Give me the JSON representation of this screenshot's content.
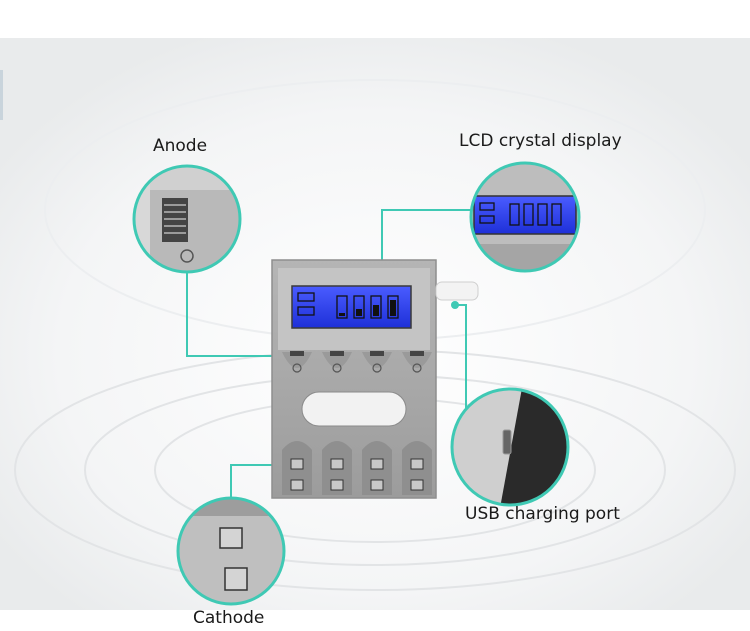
{
  "labels": {
    "anode": "Anode",
    "lcd": "LCD crystal display",
    "usb": "USB charging port",
    "cathode": "Cathode"
  },
  "colors": {
    "connector": "#3fc9b4",
    "lcd_blue": "#2a40f0",
    "device_gray": "#a9a9a9",
    "device_light": "#cfcfcf"
  },
  "icons": {
    "battery_bars": [
      1,
      2,
      3,
      4
    ]
  }
}
